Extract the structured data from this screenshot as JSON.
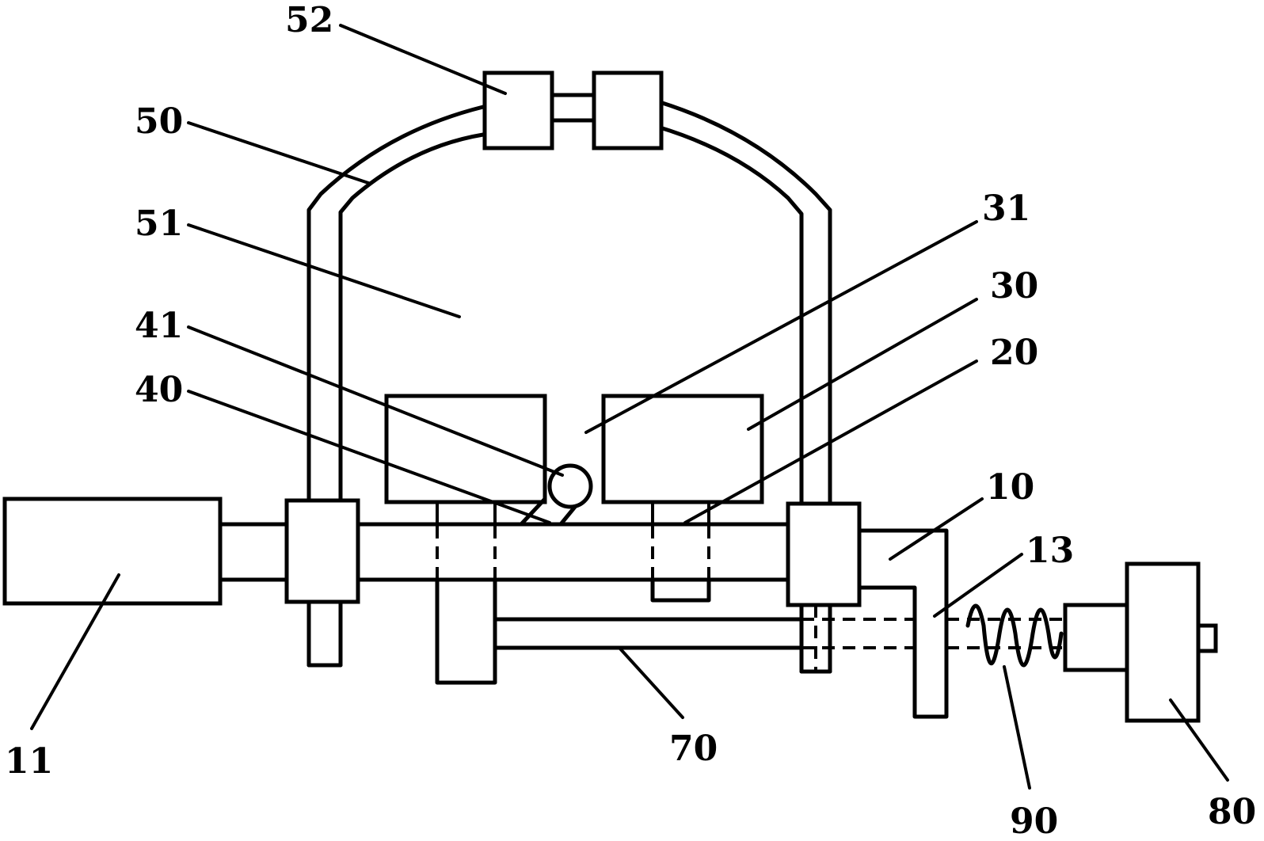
{
  "labels": {
    "l52": "52",
    "l50": "50",
    "l51": "51",
    "l41": "41",
    "l40": "40",
    "l31": "31",
    "l30": "30",
    "l20": "20",
    "l10": "10",
    "l13": "13",
    "l11": "11",
    "l70": "70",
    "l90": "90",
    "l80": "80"
  },
  "colors": {
    "stroke": "#000000",
    "background": "#ffffff"
  }
}
